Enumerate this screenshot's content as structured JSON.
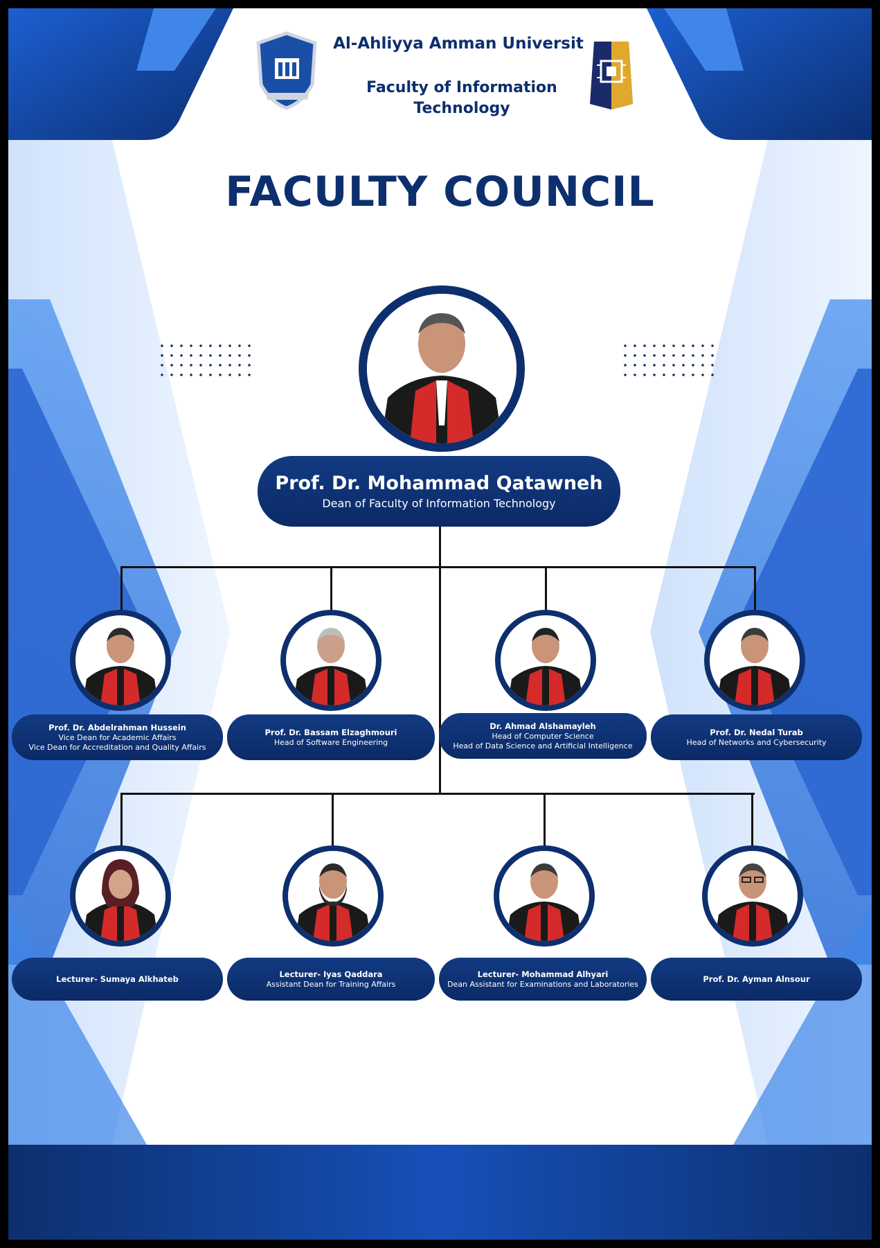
{
  "header": {
    "university": "Al-Ahliyya Amman Universit",
    "faculty_line1": "Faculty of Information",
    "faculty_line2": "Technology"
  },
  "title": "FACULTY COUNCIL",
  "dean": {
    "name": "Prof. Dr. Mohammad Qatawneh",
    "role": "Dean of Faculty of Information Technology"
  },
  "row1": [
    {
      "name": "Prof. Dr. Abdelrahman Hussein",
      "roles": [
        "Vice Dean for Academic Affairs",
        "Vice Dean for Accreditation and Quality Affairs"
      ]
    },
    {
      "name": "Prof. Dr. Bassam Elzaghmouri",
      "roles": [
        "Head of Software Engineering"
      ]
    },
    {
      "name": "Dr. Ahmad Alshamayleh",
      "roles": [
        "Head of Computer Science",
        "Head of Data Science and Artificial Intelligence"
      ]
    },
    {
      "name": "Prof. Dr. Nedal Turab",
      "roles": [
        "Head of Networks and Cybersecurity"
      ]
    }
  ],
  "row2": [
    {
      "name": "Lecturer- Sumaya Alkhateb",
      "roles": []
    },
    {
      "name": "Lecturer- Iyas Qaddara",
      "roles": [
        "Assistant Dean for Training Affairs"
      ]
    },
    {
      "name": "Lecturer- Mohammad Alhyari",
      "roles": [
        "Dean Assistant for Examinations and Laboratories"
      ]
    },
    {
      "name": "Prof. Dr. Ayman Alnsour",
      "roles": []
    }
  ],
  "colors": {
    "navy": "#0d2f6e",
    "accent_blue": "#3f86e8",
    "gown_red": "#d42a2a"
  }
}
